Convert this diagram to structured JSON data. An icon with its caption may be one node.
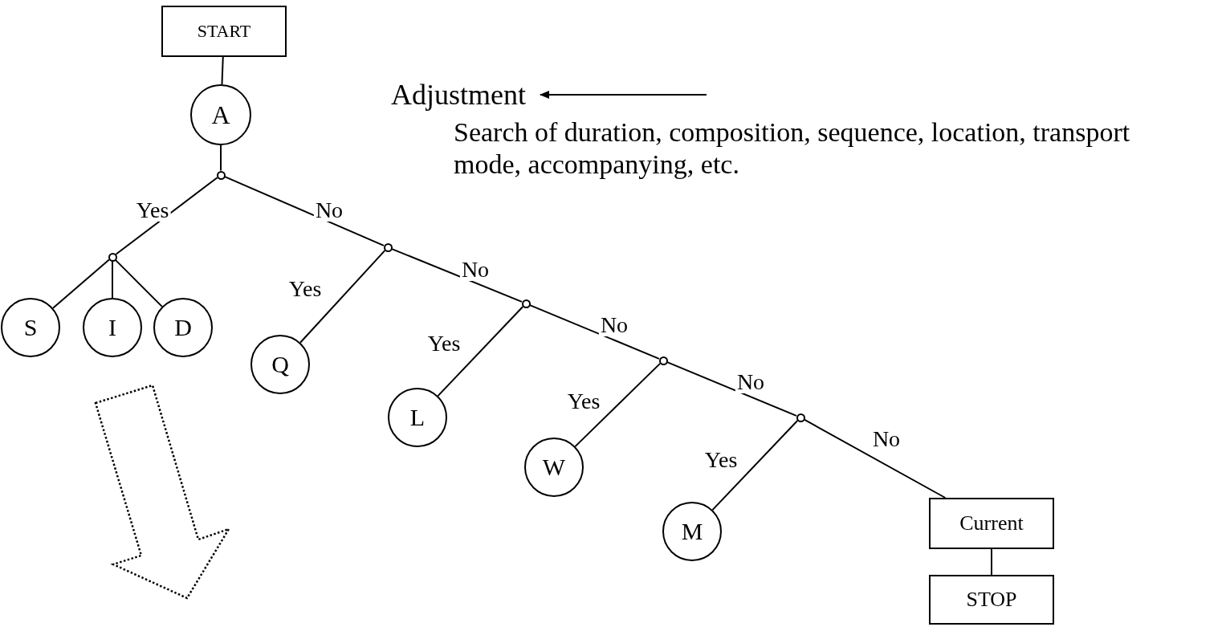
{
  "diagram": {
    "nodes": [
      {
        "text": [
          "START"
        ]
      },
      {
        "text": [
          "A"
        ]
      },
      {
        "text": [],
        "shape": "circle"
      },
      {
        "text": [],
        "shape": "circle"
      },
      {
        "text": [
          "S"
        ]
      },
      {
        "text": [
          "I"
        ]
      },
      {
        "text": [
          "D"
        ]
      },
      {
        "text": [],
        "shape": "circle"
      },
      {
        "text": [
          "Q"
        ]
      },
      {
        "text": [],
        "shape": "circle"
      },
      {
        "text": [
          "L"
        ]
      },
      {
        "text": [],
        "shape": "circle"
      },
      {
        "text": [
          "W"
        ]
      },
      {
        "text": [],
        "shape": "circle"
      },
      {
        "text": [
          "M"
        ]
      },
      {
        "text": [
          "Current"
        ]
      },
      {
        "text": [
          "STOP"
        ]
      },
      {
        "text": [
          "Adjustment"
        ]
      }
    ],
    "edges": [
      {
        "from": 0,
        "to": 1,
        "arrow": "none"
      },
      {
        "from": 1,
        "to": 2,
        "arrow": "none"
      },
      {
        "from": 2,
        "to": 3,
        "arrow": "none",
        "label": "Yes"
      },
      {
        "from": 2,
        "to": 7,
        "arrow": "none",
        "label": "No"
      },
      {
        "from": 3,
        "to": 4,
        "arrow": "none"
      },
      {
        "from": 3,
        "to": 5,
        "arrow": "none"
      },
      {
        "from": 3,
        "to": 6,
        "arrow": "none"
      },
      {
        "from": 7,
        "to": 8,
        "arrow": "none",
        "label": "Yes"
      },
      {
        "from": 7,
        "to": 9,
        "arrow": "none",
        "label": "No"
      },
      {
        "from": 9,
        "to": 10,
        "arrow": "none",
        "label": "Yes"
      },
      {
        "from": 9,
        "to": 11,
        "arrow": "none",
        "label": "No"
      },
      {
        "from": 11,
        "to": 12,
        "arrow": "none",
        "label": "Yes"
      },
      {
        "from": 11,
        "to": 13,
        "arrow": "none",
        "label": "No"
      },
      {
        "from": 13,
        "to": 14,
        "arrow": "none",
        "label": "Yes"
      },
      {
        "from": 13,
        "to": 15,
        "arrow": "none",
        "label": "No"
      },
      {
        "from": 15,
        "to": 16,
        "arrow": "none"
      },
      {
        "from": null,
        "to": 17,
        "arrow": "to"
      }
    ],
    "labels": [
      "Search of duration, composition, sequence, location, transport mode, accompanying, etc."
    ]
  }
}
